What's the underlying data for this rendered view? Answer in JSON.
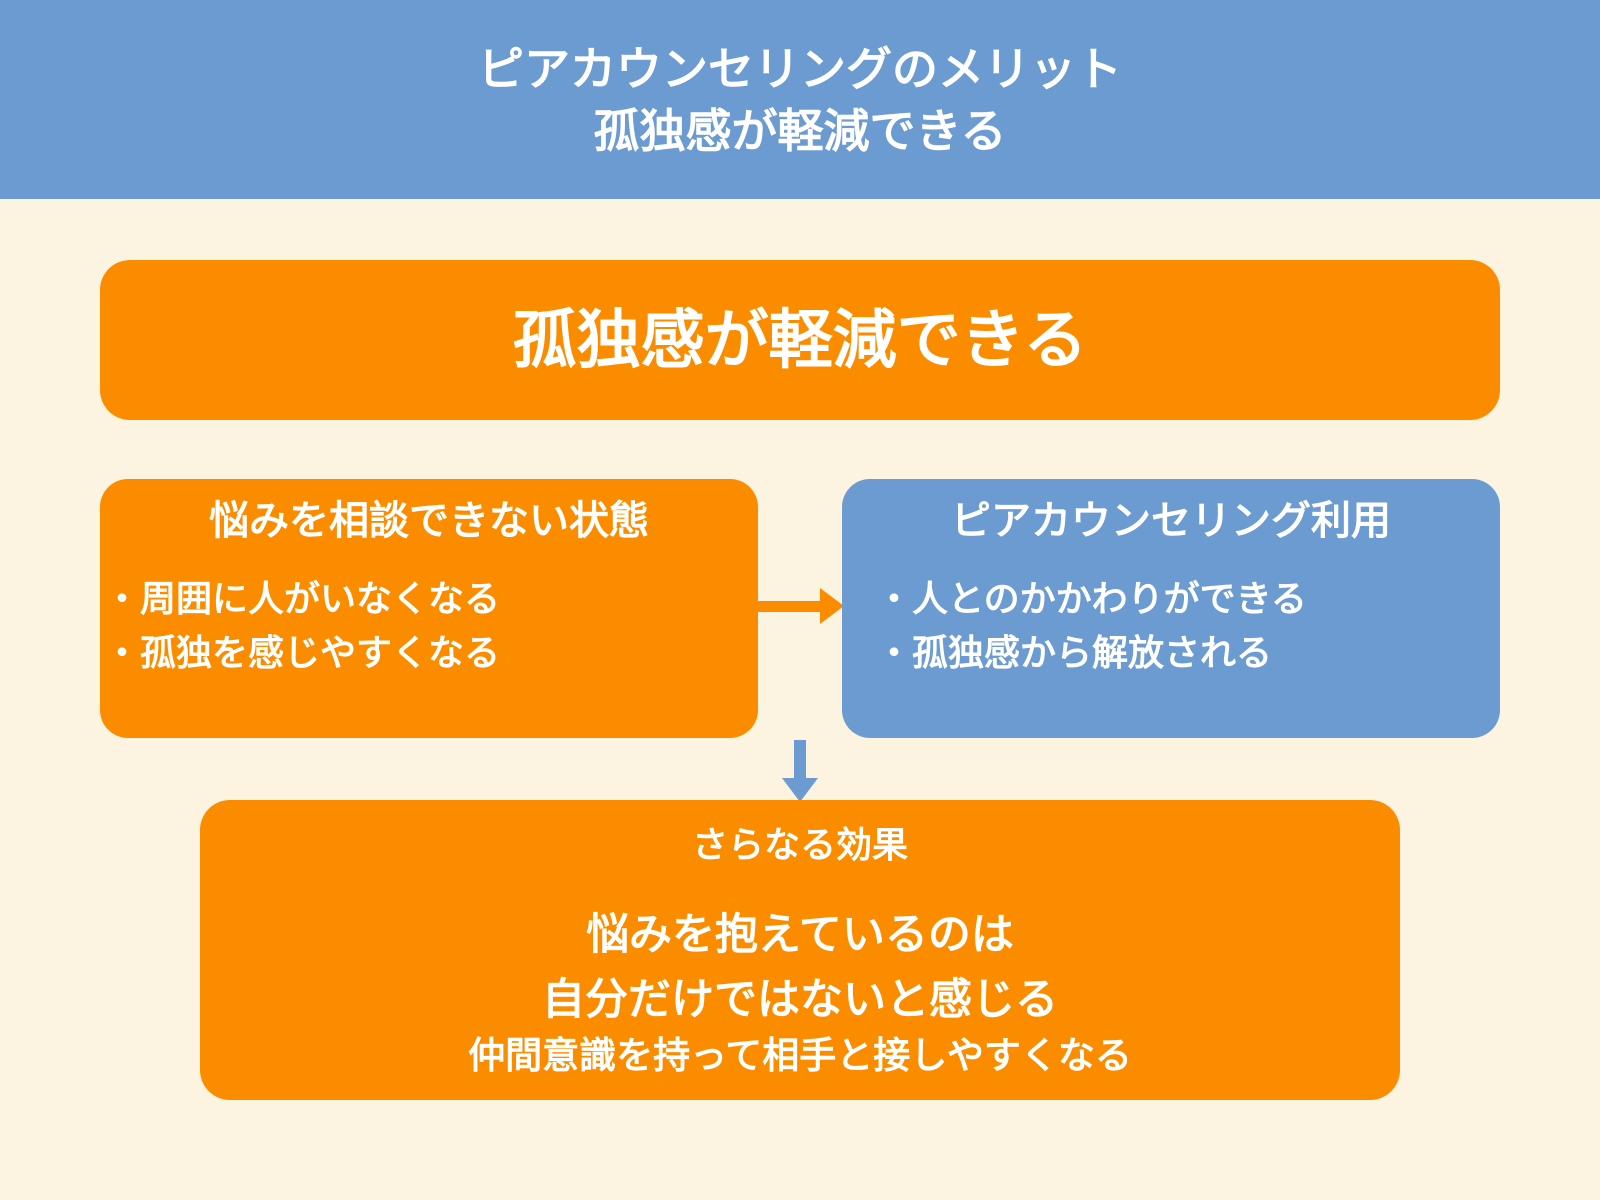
{
  "colors": {
    "background": "#FCF3E1",
    "accent_blue": "#6C9BD2",
    "accent_orange": "#FB8C00",
    "text": "#FFFFFF"
  },
  "header": {
    "title_line1": "ピアカウンセリングのメリット",
    "title_line2": "孤独感が軽減できる"
  },
  "main_box": {
    "title": "孤独感が軽減できる"
  },
  "problem_box": {
    "title": "悩みを相談できない状態",
    "bullets": [
      "・周囲に人がいなくなる",
      "・孤独を感じやすくなる"
    ]
  },
  "solution_box": {
    "title": "ピアカウンセリング利用",
    "bullets": [
      "・人とのかかわりができる",
      "・孤独感から解放される"
    ]
  },
  "effect_box": {
    "title": "さらなる効果",
    "lines": [
      "悩みを抱えているのは",
      "自分だけではないと感じる",
      "仲間意識を持って相手と接しやすくなる"
    ]
  }
}
